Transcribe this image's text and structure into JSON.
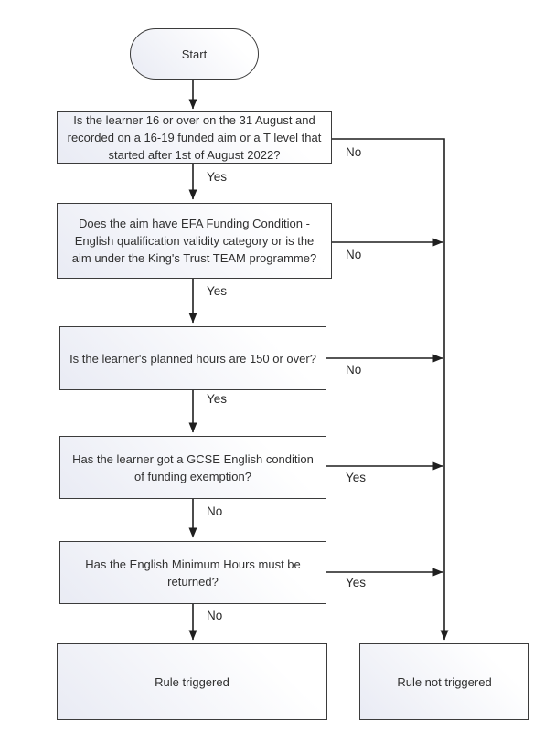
{
  "diagram": {
    "type": "flowchart",
    "nodes": {
      "start": {
        "label": "Start",
        "shape": "terminator"
      },
      "q1": {
        "label": "Is the learner 16 or over on the 31 August and recorded on a 16-19 funded aim or a T level that started after 1st of August 2022?",
        "shape": "process"
      },
      "q2": {
        "label": "Does the aim have EFA Funding Condition - English qualification validity category or is the aim under the King's Trust TEAM programme?",
        "shape": "process"
      },
      "q3": {
        "label": "Is the learner's planned hours are 150 or over?",
        "shape": "process"
      },
      "q4": {
        "label": "Has the learner got a GCSE English condition of funding exemption?",
        "shape": "process"
      },
      "q5": {
        "label": "Has the English Minimum Hours must be returned?",
        "shape": "process"
      },
      "rule_triggered": {
        "label": "Rule triggered",
        "shape": "process"
      },
      "rule_not_triggered": {
        "label": "Rule not triggered",
        "shape": "process"
      }
    },
    "edge_labels": {
      "q1_yes": "Yes",
      "q1_no": "No",
      "q2_yes": "Yes",
      "q2_no": "No",
      "q3_yes": "Yes",
      "q3_no": "No",
      "q4_yes": "Yes",
      "q4_no": "No",
      "q5_yes": "Yes",
      "q5_no": "No"
    },
    "colors": {
      "box_border": "#3b3b3b",
      "box_fill_light": "#ffffff",
      "box_fill_shade": "#e9ebf4",
      "connector": "#1f1f1f",
      "text": "#303030",
      "background": "#ffffff"
    }
  }
}
